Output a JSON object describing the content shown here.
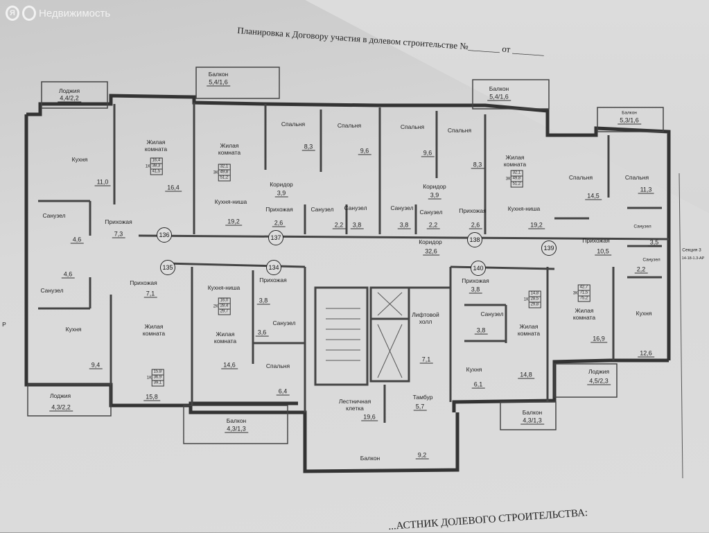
{
  "watermark": {
    "logo_letter": "Я",
    "text": "Недвижимость"
  },
  "document": {
    "title": "Планировка к Договору участия в долевом строительстве №_______ от _______",
    "footer": "...АСТНИК ДОЛЕВОГО СТРОИТЕЛЬСТВА:",
    "section_label": "Секция 3",
    "section_code": "14-18-1.3-АР",
    "edge_fragment": "Р"
  },
  "apartments": {
    "a136": {
      "number": "136",
      "type": "1К",
      "areas": [
        "16,4",
        "38,3",
        "41,5"
      ],
      "rooms": [
        [
          "Кухня",
          "11,0"
        ],
        [
          "Жилая комната",
          "16,4"
        ],
        [
          "Санузел",
          "4,6"
        ],
        [
          "Прихожая",
          "7,3"
        ],
        [
          "Лоджия",
          "4,4/2,2"
        ]
      ]
    },
    "a137": {
      "number": "137",
      "type": "3К",
      "areas": [
        "32,1",
        "49,8",
        "51,2"
      ],
      "rooms": [
        [
          "Жилая комната",
          ""
        ],
        [
          "Кухня-ниша",
          "19,2"
        ],
        [
          "Спальня",
          "8,3"
        ],
        [
          "Спальня",
          "9,6"
        ],
        [
          "Коридор",
          "3,9"
        ],
        [
          "Прихожая",
          "2,6"
        ],
        [
          "Санузел",
          "2,2"
        ],
        [
          "Санузел",
          "3,8"
        ],
        [
          "Балкон",
          "5,4/1,6"
        ]
      ]
    },
    "a138": {
      "number": "138",
      "type": "3К",
      "areas": [
        "32,1",
        "49,8",
        "51,2"
      ],
      "rooms": [
        [
          "Спальня",
          "9,6"
        ],
        [
          "Спальня",
          "8,3"
        ],
        [
          "Коридор",
          "3,9"
        ],
        [
          "Санузел",
          "3,8"
        ],
        [
          "Санузел",
          "2,2"
        ],
        [
          "Прихожая",
          "2,6"
        ],
        [
          "Жилая комната",
          ""
        ],
        [
          "Кухня-ниша",
          "19,2"
        ],
        [
          "Балкон",
          "5,4/1,6"
        ]
      ]
    },
    "a139": {
      "number": "139",
      "type": "3К",
      "areas": [
        "42,7",
        "71,5",
        "75,2"
      ],
      "rooms": [
        [
          "Спальня",
          "14,5"
        ],
        [
          "Спальня",
          "11,3"
        ],
        [
          "Санузел",
          "3,5"
        ],
        [
          "Санузел",
          "2,2"
        ],
        [
          "Прихожая",
          "10,5"
        ],
        [
          "Жилая комната",
          "16,9"
        ],
        [
          "Кухня",
          "12,6"
        ],
        [
          "Лоджия",
          "4,5/2,3"
        ],
        [
          "Балкон",
          "5,3/1,6"
        ]
      ]
    },
    "a135": {
      "number": "135",
      "type": "1К",
      "areas": [
        "15,8",
        "36,9",
        "39,1"
      ],
      "rooms": [
        [
          "Санузел",
          "4,6"
        ],
        [
          "Прихожая",
          "7,1"
        ],
        [
          "Кухня",
          "9,4"
        ],
        [
          "Жилая комната",
          "15,8"
        ],
        [
          "Лоджия",
          "4,3/2,2"
        ]
      ]
    },
    "a134": {
      "number": "134",
      "type": "2К",
      "areas": [
        "16,0",
        "28,4",
        "29,7"
      ],
      "rooms": [
        [
          "Кухня-ниша",
          ""
        ],
        [
          "Жилая комната",
          "14,6"
        ],
        [
          "Прихожая",
          "3,8"
        ],
        [
          "Санузел",
          "3,6"
        ],
        [
          "Спальня",
          "6,4"
        ],
        [
          "Балкон",
          "4,3/1,3"
        ]
      ]
    },
    "a140": {
      "number": "140",
      "type": "1К",
      "areas": [
        "14,8",
        "28,5",
        "29,8"
      ],
      "rooms": [
        [
          "Прихожая",
          "3,8"
        ],
        [
          "Санузел",
          "3,8"
        ],
        [
          "Жилая комната",
          "14,8"
        ],
        [
          "Кухня",
          "6,1"
        ],
        [
          "Балкон",
          "4,3/1,3"
        ]
      ]
    }
  },
  "common": {
    "corridor": [
      "Коридор",
      "32,6"
    ],
    "lift_hall": [
      "Лифтовой холл",
      "7,1"
    ],
    "vestibule": [
      "Тамбур",
      "5,7"
    ],
    "stairwell": [
      "Лестничная клетка",
      "19,6"
    ],
    "balcony": [
      "Балкон",
      "9,2"
    ]
  }
}
